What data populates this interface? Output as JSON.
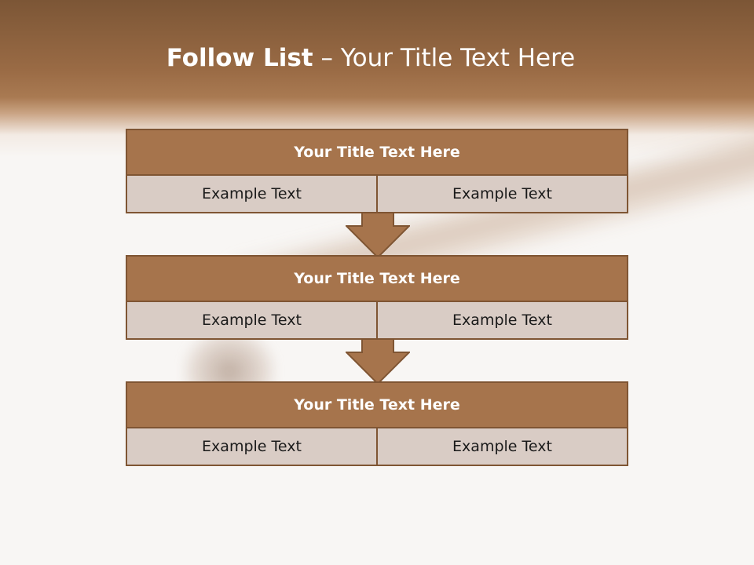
{
  "title": {
    "bold": "Follow List",
    "rest": "– Your Title Text Here"
  },
  "colors": {
    "header": "#a6744c",
    "border": "#7f5533",
    "cell": "#d9ccc5",
    "arrow": "#a6744c"
  },
  "blocks": [
    {
      "heading": "Your Title Text Here",
      "cells": [
        "Example Text",
        "Example Text"
      ]
    },
    {
      "heading": "Your Title Text Here",
      "cells": [
        "Example Text",
        "Example Text"
      ]
    },
    {
      "heading": "Your Title Text Here",
      "cells": [
        "Example Text",
        "Example Text"
      ]
    }
  ]
}
